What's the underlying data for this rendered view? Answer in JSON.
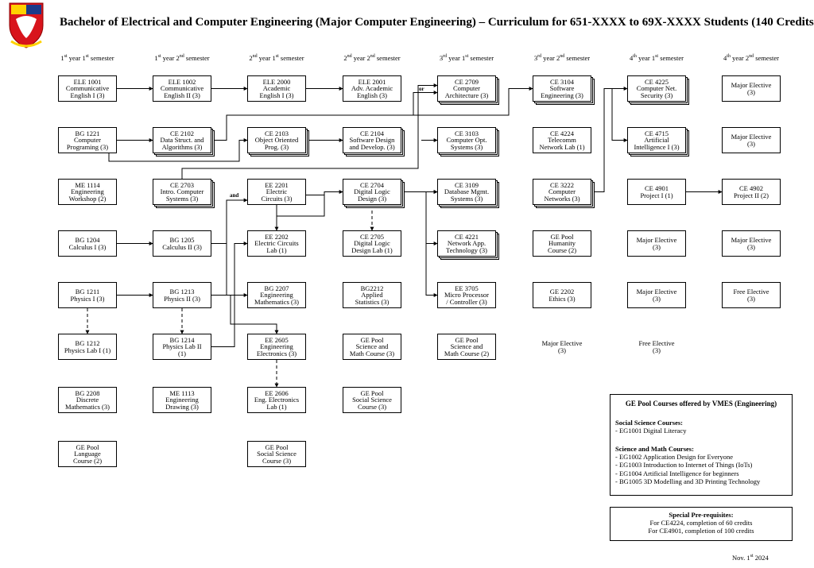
{
  "title": "Bachelor of Electrical and Computer Engineering (Major Computer Engineering) – Curriculum for 651-XXXX to 69X-XXXX Students (140 Credits)",
  "semesters": [
    {
      "yr": "1",
      "ysup": "st",
      "sem": "1",
      "ssup": "st",
      "label": "year",
      "tail": "semester"
    },
    {
      "yr": "1",
      "ysup": "st",
      "sem": "2",
      "ssup": "nd",
      "label": "year",
      "tail": "semester"
    },
    {
      "yr": "2",
      "ysup": "nd",
      "sem": "1",
      "ssup": "st",
      "label": "year",
      "tail": "semester"
    },
    {
      "yr": "2",
      "ysup": "nd",
      "sem": "2",
      "ssup": "nd",
      "label": "year",
      "tail": "semester"
    },
    {
      "yr": "3",
      "ysup": "rd",
      "sem": "1",
      "ssup": "st",
      "label": "year",
      "tail": "semester"
    },
    {
      "yr": "3",
      "ysup": "rd",
      "sem": "2",
      "ssup": "nd",
      "label": "year",
      "tail": "semester"
    },
    {
      "yr": "4",
      "ysup": "th",
      "sem": "1",
      "ssup": "st",
      "label": "year",
      "tail": "semester"
    },
    {
      "yr": "4",
      "ysup": "th",
      "sem": "2",
      "ssup": "nd",
      "label": "year",
      "tail": "semester"
    }
  ],
  "courses": [
    {
      "id": "ELE1001",
      "lines": [
        "ELE 1001",
        "Communicative",
        "English I (3)"
      ]
    },
    {
      "id": "BG1221",
      "lines": [
        "BG 1221",
        "Computer",
        "Programing (3)"
      ]
    },
    {
      "id": "ME1114",
      "lines": [
        "ME 1114",
        "Engineering",
        "Workshop (2)"
      ]
    },
    {
      "id": "BG1204",
      "lines": [
        "BG 1204",
        "Calculus I (3)"
      ]
    },
    {
      "id": "BG1211",
      "lines": [
        "BG 1211",
        "Physics I (3)"
      ]
    },
    {
      "id": "BG1212",
      "lines": [
        "BG 1212",
        "Physics Lab I (1)"
      ]
    },
    {
      "id": "BG2208",
      "lines": [
        "BG 2208",
        "Discrete",
        "Mathematics (3)"
      ]
    },
    {
      "id": "GEL1",
      "lines": [
        "GE Pool",
        "Language",
        "Course (2)"
      ]
    },
    {
      "id": "ELE1002",
      "lines": [
        "ELE 1002",
        "Communicative",
        "English II (3)"
      ]
    },
    {
      "id": "CE2102",
      "lines": [
        "CE 2102",
        "Data Struct. and",
        "Algorithms (3)"
      ]
    },
    {
      "id": "CE2703",
      "lines": [
        "CE 2703",
        "Intro. Computer",
        "Systems (3)"
      ]
    },
    {
      "id": "BG1205",
      "lines": [
        "BG 1205",
        "Calculus II (3)"
      ]
    },
    {
      "id": "BG1213",
      "lines": [
        "BG 1213",
        "Physics II (3)"
      ]
    },
    {
      "id": "BG1214",
      "lines": [
        "BG 1214",
        "Physics Lab II",
        "(1)"
      ]
    },
    {
      "id": "ME1113",
      "lines": [
        "ME 1113",
        "Engineering",
        "Drawing (3)"
      ]
    },
    {
      "id": "ELE2000",
      "lines": [
        "ELE 2000",
        "Academic",
        "English I (3)"
      ]
    },
    {
      "id": "CE2103",
      "lines": [
        "CE 2103",
        "Object Oriented",
        "Prog. (3)"
      ]
    },
    {
      "id": "EE2201",
      "lines": [
        "EE 2201",
        "Electric",
        "Circuits (3)"
      ]
    },
    {
      "id": "EE2202",
      "lines": [
        "EE 2202",
        "Electric Circuits",
        "Lab (1)"
      ]
    },
    {
      "id": "BG2207",
      "lines": [
        "BG 2207",
        "Engineering",
        "Mathematics (3)"
      ]
    },
    {
      "id": "EE2605",
      "lines": [
        "EE 2605",
        "Engineering",
        "Electronics (3)"
      ]
    },
    {
      "id": "EE2606",
      "lines": [
        "EE 2606",
        "Eng. Electronics",
        "Lab (1)"
      ]
    },
    {
      "id": "GESS1",
      "lines": [
        "GE Pool",
        "Social Science",
        "Course (3)"
      ]
    },
    {
      "id": "ELE2001",
      "lines": [
        "ELE 2001",
        "Adv. Academic",
        "English (3)"
      ]
    },
    {
      "id": "CE2104",
      "lines": [
        "CE 2104",
        "Software Design",
        "and Develop. (3)"
      ]
    },
    {
      "id": "CE2704",
      "lines": [
        "CE 2704",
        "Digital Logic",
        "Design (3)"
      ]
    },
    {
      "id": "CE2705",
      "lines": [
        "CE 2705",
        "Digital Logic",
        "Design Lab (1)"
      ]
    },
    {
      "id": "BG2212",
      "lines": [
        "BG2212",
        "Applied",
        "Statistics (3)"
      ]
    },
    {
      "id": "GESM1",
      "lines": [
        "GE Pool",
        "Science and",
        "Math Course (3)"
      ]
    },
    {
      "id": "GESS2",
      "lines": [
        "GE Pool",
        "Social Science",
        "Course (3)"
      ]
    },
    {
      "id": "CE2709",
      "lines": [
        "CE 2709",
        "Computer",
        "Architecture (3)"
      ]
    },
    {
      "id": "CE3103",
      "lines": [
        "CE 3103",
        "Computer Opt.",
        "Systems (3)"
      ]
    },
    {
      "id": "CE3109",
      "lines": [
        "CE 3109",
        "Database Mgmt.",
        "Systems (3)"
      ]
    },
    {
      "id": "CE4221",
      "lines": [
        "CE 4221",
        "Network App.",
        "Technology (3)"
      ]
    },
    {
      "id": "EE3705",
      "lines": [
        "EE 3705",
        "Micro Processor",
        "/ Controller (3)"
      ]
    },
    {
      "id": "GESM2",
      "lines": [
        "GE Pool",
        "Science and",
        "Math Course (2)"
      ]
    },
    {
      "id": "CE3104",
      "lines": [
        "CE 3104",
        "Software",
        "Engineering (3)"
      ]
    },
    {
      "id": "CE4224",
      "lines": [
        "CE 4224",
        "Telecomm",
        "Network Lab (1)"
      ]
    },
    {
      "id": "CE3222",
      "lines": [
        "CE 3222",
        "Computer",
        "Networks (3)"
      ]
    },
    {
      "id": "GEH1",
      "lines": [
        "GE Pool",
        "Humanity",
        "Course (2)"
      ]
    },
    {
      "id": "GE2202",
      "lines": [
        "GE 2202",
        "Ethics (3)"
      ]
    },
    {
      "id": "ME36",
      "lines": [
        "Major Elective",
        "(3)"
      ]
    },
    {
      "id": "CE4225",
      "lines": [
        "CE 4225",
        "Computer Net.",
        "Security (3)"
      ]
    },
    {
      "id": "CE4715",
      "lines": [
        "CE 4715",
        "Artificial",
        "Intelligence I (3)"
      ]
    },
    {
      "id": "CE4901",
      "lines": [
        "CE 4901",
        "Project I (1)"
      ]
    },
    {
      "id": "ME71a",
      "lines": [
        "Major Elective",
        "(3)"
      ]
    },
    {
      "id": "ME71b",
      "lines": [
        "Major Elective",
        "(3)"
      ]
    },
    {
      "id": "FE71",
      "lines": [
        "Free Elective",
        "(3)"
      ]
    },
    {
      "id": "ME72a",
      "lines": [
        "Major Elective",
        "(3)"
      ]
    },
    {
      "id": "ME72b",
      "lines": [
        "Major Elective",
        "(3)"
      ]
    },
    {
      "id": "CE4902",
      "lines": [
        "CE 4902",
        "Project II (2)"
      ]
    },
    {
      "id": "ME72c",
      "lines": [
        "Major Elective",
        "(3)"
      ]
    },
    {
      "id": "FE72",
      "lines": [
        "Free  Elective",
        "(3)"
      ]
    }
  ],
  "labels": {
    "and": "and",
    "or": "or"
  },
  "ge_pool": {
    "title": "GE Pool Courses offered by VMES (Engineering)",
    "social_heading": "Social Science Courses:",
    "social_items": [
      "- EG1001 Digital Literacy"
    ],
    "science_heading": "Science and Math Courses:",
    "science_items": [
      "- EG1002 Application Design for Everyone",
      "- EG1003 Introduction to Internet of Things (IoTs)",
      "- EG1004 Artificial Intelligence for beginners",
      "- BG1005 3D Modelling and 3D Printing Technology"
    ]
  },
  "prereq": {
    "title": "Special Pre-requisites:",
    "lines": [
      "For CE4224, completion of 60 credits",
      "For CE4901, completion of 100 credits"
    ]
  },
  "date": {
    "pre": "Nov. 1",
    "sup": "st",
    "post": " 2024"
  }
}
